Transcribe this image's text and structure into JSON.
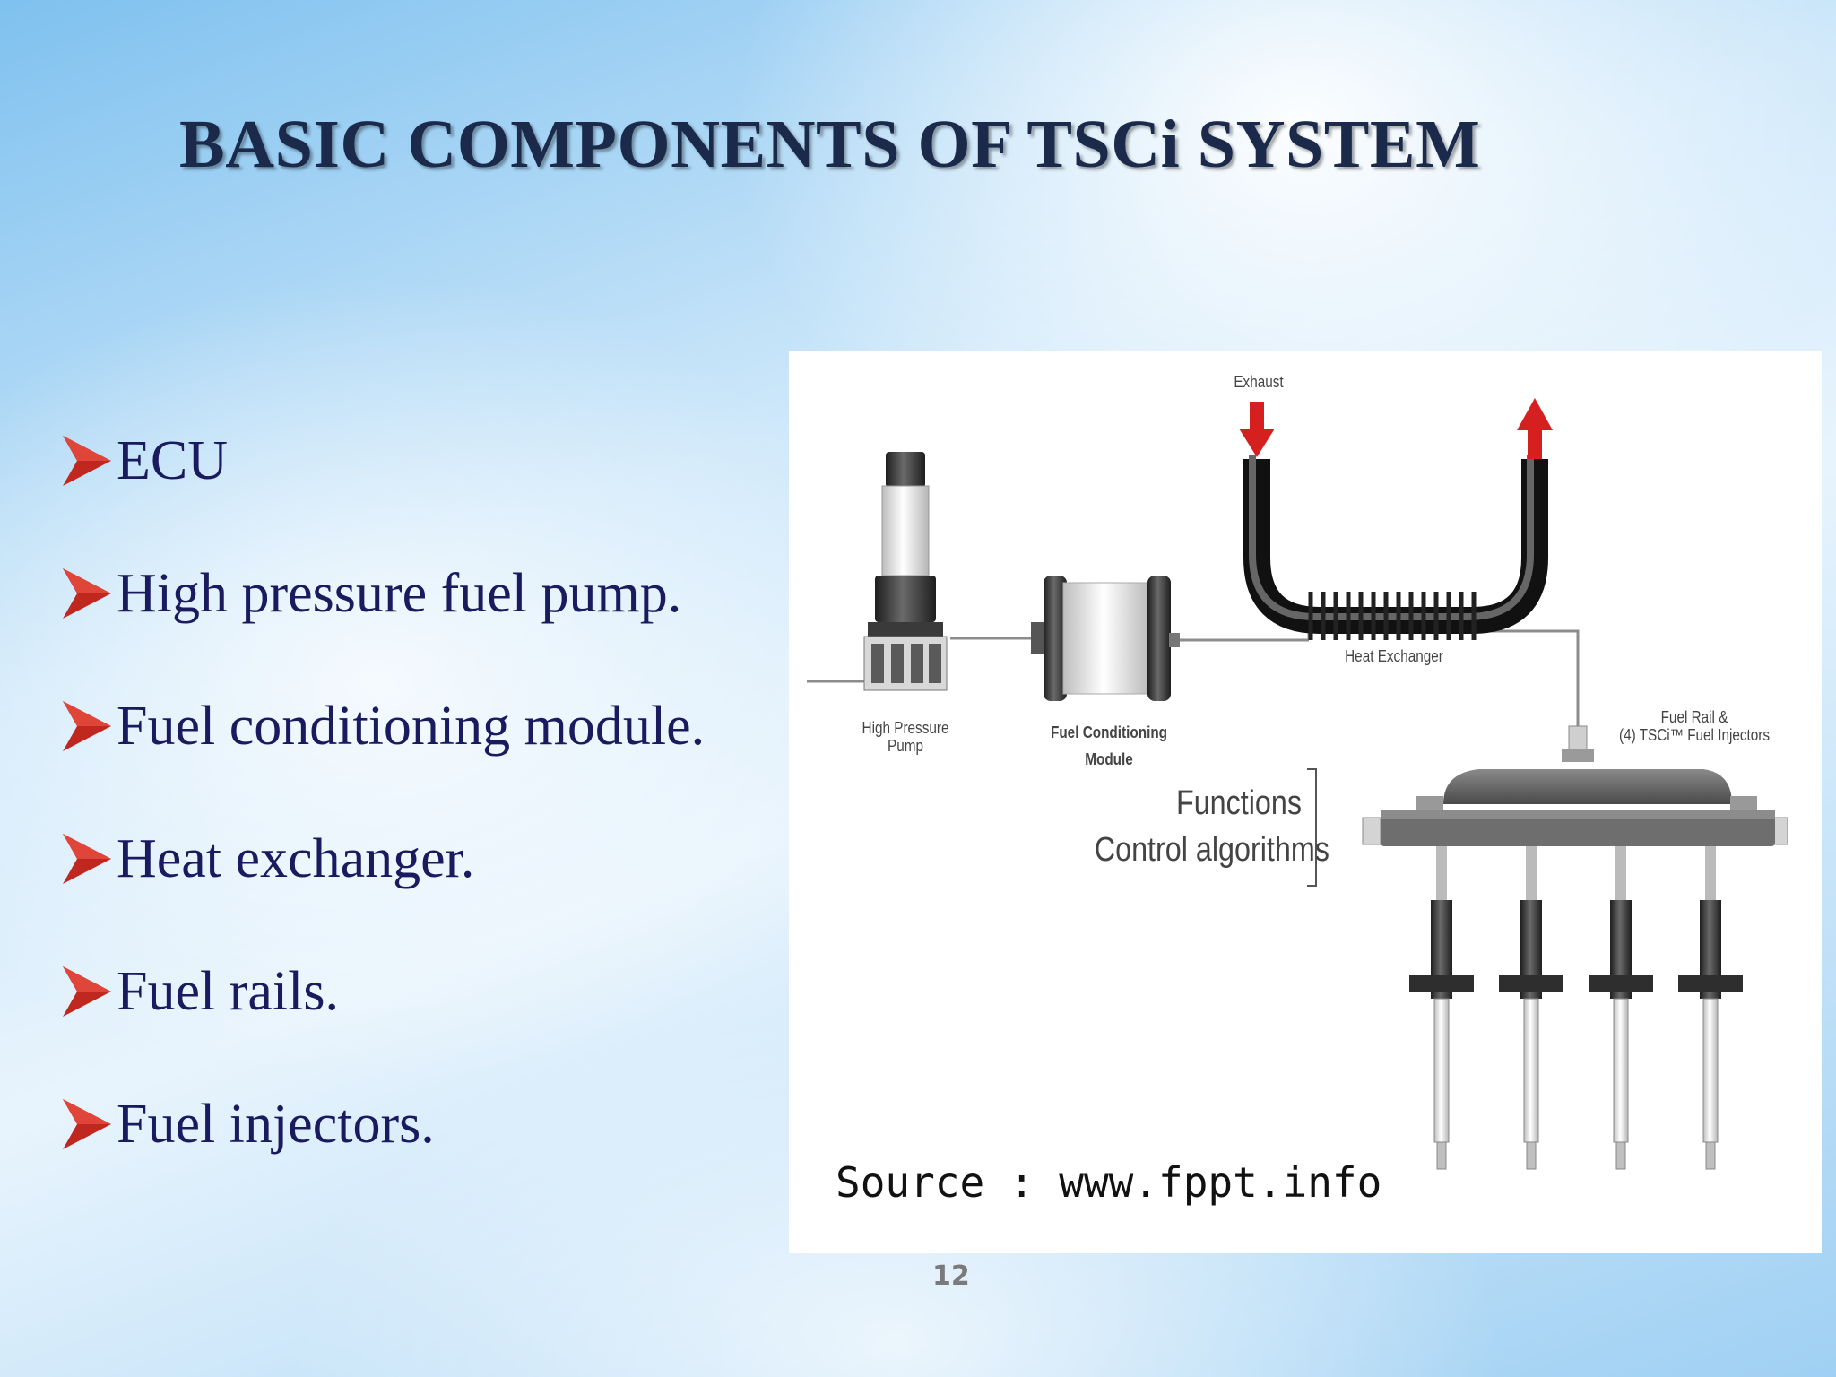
{
  "slide": {
    "title": "BASIC COMPONENTS OF  TSCi SYSTEM",
    "page_number": "12"
  },
  "bullets": [
    {
      "text": "ECU"
    },
    {
      "text": "High pressure fuel pump."
    },
    {
      "text": "Fuel conditioning module."
    },
    {
      "text": "Heat exchanger."
    },
    {
      "text": "Fuel rails."
    },
    {
      "text": "Fuel injectors."
    }
  ],
  "figure": {
    "labels": {
      "exhaust": "Exhaust",
      "heat_exchanger": "Heat Exchanger",
      "pump_line1": "High Pressure",
      "pump_line2": "Pump",
      "module_line1": "Fuel Conditioning",
      "module_line2": "Module",
      "rail_line1": "Fuel Rail &",
      "rail_line2": "(4) TSCi™ Fuel Injectors",
      "functions": "Functions",
      "control": "Control algorithms"
    },
    "source": "Source : www.fppt.info"
  },
  "colors": {
    "title": "#1b2a4a",
    "bullet_text": "#1a1a5e",
    "bullet_arrow": "#c0271f",
    "flow_arrow": "#d62020",
    "page_number": "#7a7a7a"
  }
}
